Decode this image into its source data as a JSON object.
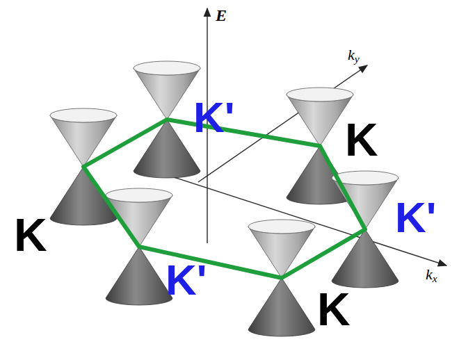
{
  "diagram": {
    "labels": [
      "E",
      "ky",
      "K'",
      "K",
      "K'",
      "K",
      "K'",
      "K",
      "kx"
    ]
  }
}
